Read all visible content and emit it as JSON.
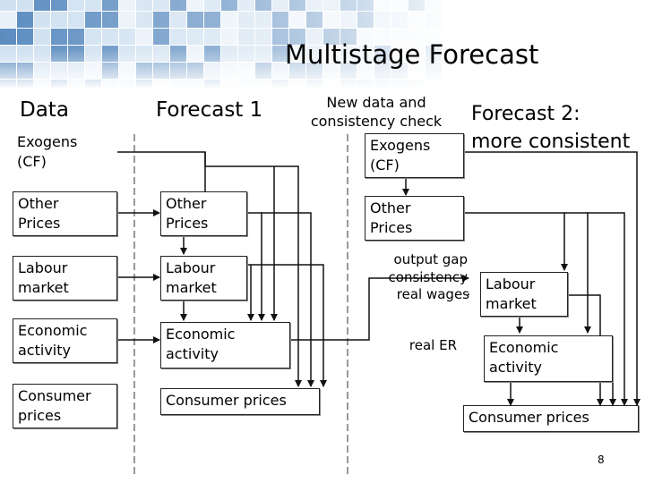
{
  "title": "Multistage Forecast",
  "columns": {
    "data": "Data",
    "forecast1": "Forecast 1",
    "check": "New data and\nconsistency check",
    "forecast2": "Forecast 2:\nmore consistent"
  },
  "data_boxes": {
    "exogens": "Exogens\n(CF)",
    "other_prices": "Other\nPrices",
    "labour_market": "Labour\nmarket",
    "economic_activity": "Economic\nactivity",
    "consumer_prices": "Consumer\nprices"
  },
  "forecast1_boxes": {
    "other_prices": "Other\nPrices",
    "labour_market": "Labour\nmarket",
    "economic_activity": "Economic\nactivity",
    "consumer_prices": "Consumer prices"
  },
  "check_boxes": {
    "exogens": "Exogens\n(CF)",
    "other_prices": "Other\nPrices"
  },
  "check_labels": {
    "output_gap": "output gap\nconsistency",
    "real_wages": "real wages",
    "real_er": "real ER"
  },
  "forecast2_boxes": {
    "labour_market": "Labour\nmarket",
    "economic_activity": "Economic\nactivity",
    "consumer_prices": "Consumer prices"
  },
  "page_number": "8",
  "colors": {
    "mosaic_dark": "#5b8cc0",
    "mosaic_light": "#cfe0f0",
    "line": "#111111"
  }
}
